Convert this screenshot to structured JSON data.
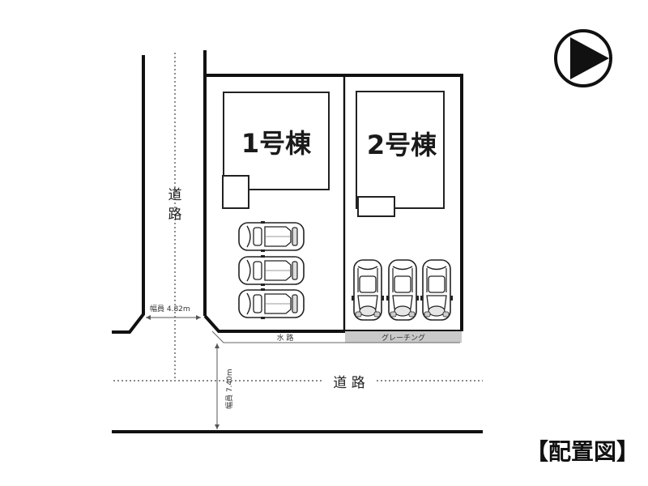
{
  "buildings": [
    {
      "label": "1号棟"
    },
    {
      "label": "2号棟"
    }
  ],
  "roads": {
    "west_label_1": "道",
    "west_label_2": "路",
    "west_width": "幅員 4.82m",
    "south_label": "道 路",
    "south_width": "幅員 7.40m"
  },
  "drainage": {
    "waterway": "水 路",
    "grating": "グレーチング"
  },
  "legend": {
    "title": "【配置図】"
  },
  "compass": {
    "icon": "north-arrow-icon"
  },
  "parking": {
    "lot1_spaces": 3,
    "lot2_spaces": 3
  }
}
